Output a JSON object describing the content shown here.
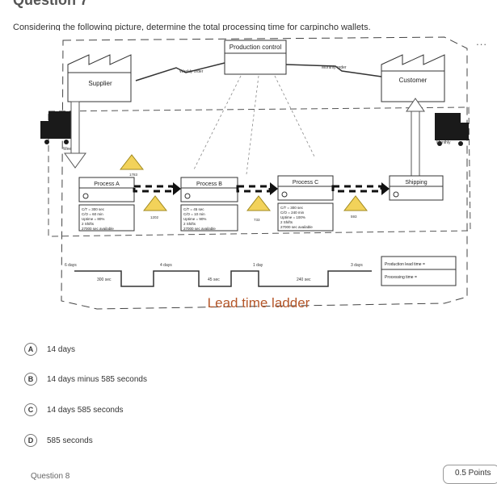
{
  "page": {
    "header": "Question 7",
    "prompt": "Considering the following picture, determine the total processing time for carpincho wallets.",
    "menu": "..."
  },
  "vsm": {
    "production_control": "Production control",
    "weekly_order": "Weekly order",
    "monthly_order": "Monthly order",
    "supplier": "Supplier",
    "customer": "Customer",
    "weekly": "Weekly",
    "monthly": "Monthly",
    "processes": [
      {
        "name": "Process A",
        "data": [
          "C/T = 300 sec",
          "C/O = 60 min",
          "Uptime = 80%",
          "2 Shifts",
          "27000 sec available"
        ]
      },
      {
        "name": "Process B",
        "data": [
          "C/T = 45 sec",
          "C/O = 10 min",
          "Uptime = 90%",
          "2 Shifts",
          "27000 sec available"
        ]
      },
      {
        "name": "Process C",
        "data": [
          "C/T = 300 sec",
          "C/O = 240 min",
          "Uptime = 100%",
          "2 Shifts",
          "27000 sec available"
        ]
      }
    ],
    "shipping": "Shipping",
    "inventory": [
      "1783",
      "1202",
      "733",
      "593"
    ],
    "lead_days": [
      "6 days",
      "4 days",
      "1 day",
      "3 days"
    ],
    "process_times": [
      "300 sec",
      "45 sec",
      "240 sec"
    ],
    "production_lead_time": "Production lead time =",
    "processing_time": "Processing time =",
    "ladder_title": "Lead time ladder"
  },
  "options": [
    {
      "letter": "A",
      "text": "14 days"
    },
    {
      "letter": "B",
      "text": "14 days minus 585 seconds"
    },
    {
      "letter": "C",
      "text": "14 days 585 seconds"
    },
    {
      "letter": "D",
      "text": "585 seconds"
    }
  ],
  "points": "0.5 Points",
  "next_question": "Question 8"
}
